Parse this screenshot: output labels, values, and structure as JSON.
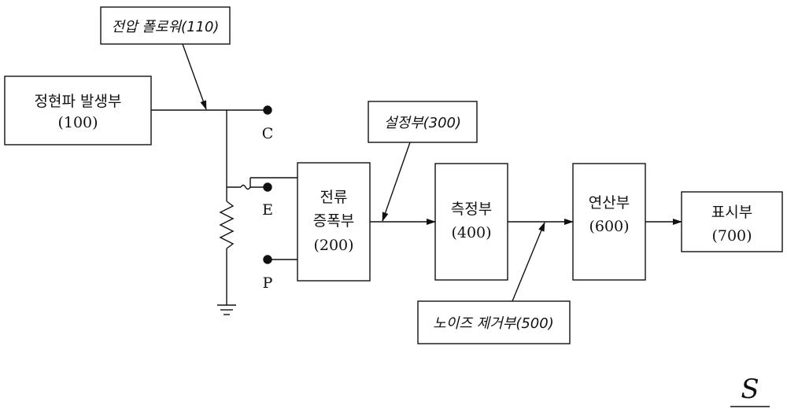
{
  "blocks": {
    "generator": {
      "line1": "정현파 발생부",
      "line2": "(100)"
    },
    "amplifier": {
      "line1": "전류",
      "line2": "증폭부",
      "line3": "(200)"
    },
    "measure": {
      "line1": "측정부",
      "line2": "(400)"
    },
    "compute": {
      "line1": "연산부",
      "line2": "(600)"
    },
    "display": {
      "line1": "표시부",
      "line2": "(700)"
    }
  },
  "callouts": {
    "voltage_follower": "전압 폴로워(110)",
    "setting": "설정부(300)",
    "noise_removal": "노이즈 제거부(500)"
  },
  "terminals": {
    "c": "C",
    "e": "E",
    "p": "P"
  },
  "corner_mark": "S"
}
